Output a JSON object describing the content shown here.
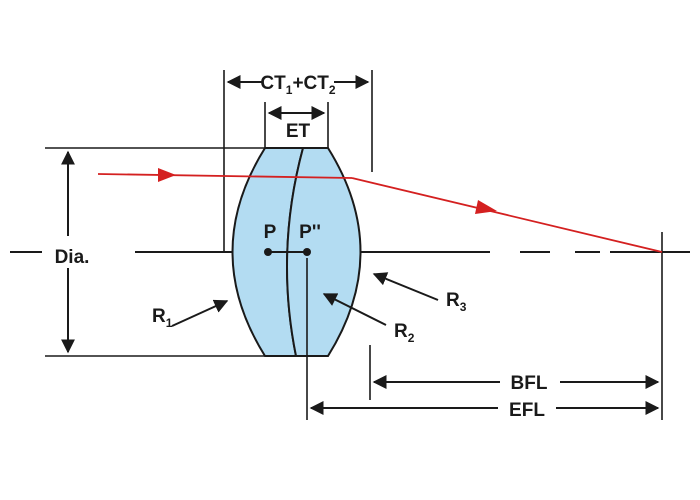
{
  "diagram": {
    "labels": {
      "ct_main1": "CT",
      "ct_sub1": "1",
      "ct_plus": "+CT",
      "ct_sub2": "2",
      "et": "ET",
      "dia": "Dia.",
      "p": "P",
      "p_double": "P''",
      "r1_main": "R",
      "r1_sub": "1",
      "r2_main": "R",
      "r2_sub": "2",
      "r3_main": "R",
      "r3_sub": "3",
      "bfl": "BFL",
      "efl": "EFL"
    },
    "colors": {
      "lens_fill": "#b3dcf2",
      "outline": "#1a1a1a",
      "ray": "#d42020"
    }
  }
}
